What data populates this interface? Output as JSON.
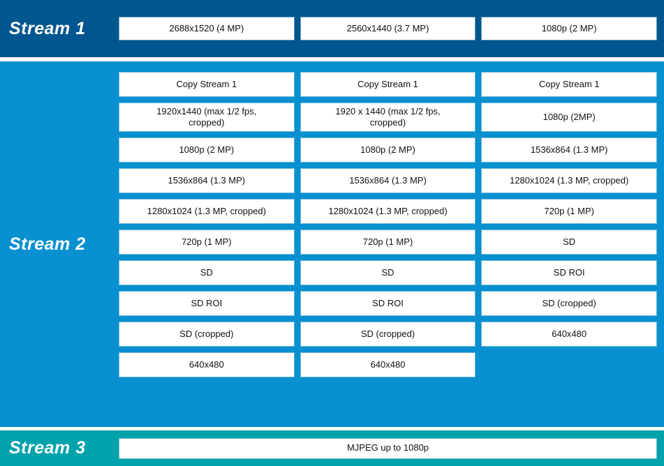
{
  "colors": {
    "stream1_band": "#00568E",
    "stream2_band": "#0890D0",
    "stream3_band": "#00A2AC",
    "box_background": "#FFFFFF",
    "box_text": "#111111",
    "label_text": "#FFFFFF"
  },
  "stream1": {
    "label": "Stream 1",
    "options": [
      "2688x1520 (4 MP)",
      "2560x1440 (3.7 MP)",
      "1080p (2 MP)"
    ]
  },
  "stream2": {
    "label": "Stream 2",
    "columns": [
      [
        "Copy Stream 1",
        "1920x1440 (max 1/2 fps,\ncropped)",
        "1080p (2 MP)",
        "1536x864 (1.3 MP)",
        "1280x1024 (1.3 MP, cropped)",
        "720p (1 MP)",
        "SD",
        "SD ROI",
        "SD (cropped)",
        "640x480"
      ],
      [
        "Copy Stream 1",
        "1920 x 1440 (max 1/2 fps,\ncropped)",
        "1080p (2 MP)",
        "1536x864 (1.3 MP)",
        "1280x1024 (1.3 MP, cropped)",
        "720p (1 MP)",
        "SD",
        "SD ROI",
        "SD (cropped)",
        "640x480"
      ],
      [
        "Copy Stream 1",
        "1080p (2MP)",
        "1536x864 (1.3 MP)",
        "1280x1024 (1.3 MP, cropped)",
        "720p (1 MP)",
        "SD",
        "SD ROI",
        "SD (cropped)",
        "640x480"
      ]
    ]
  },
  "stream3": {
    "label": "Stream 3",
    "options": [
      "MJPEG up to 1080p"
    ]
  }
}
